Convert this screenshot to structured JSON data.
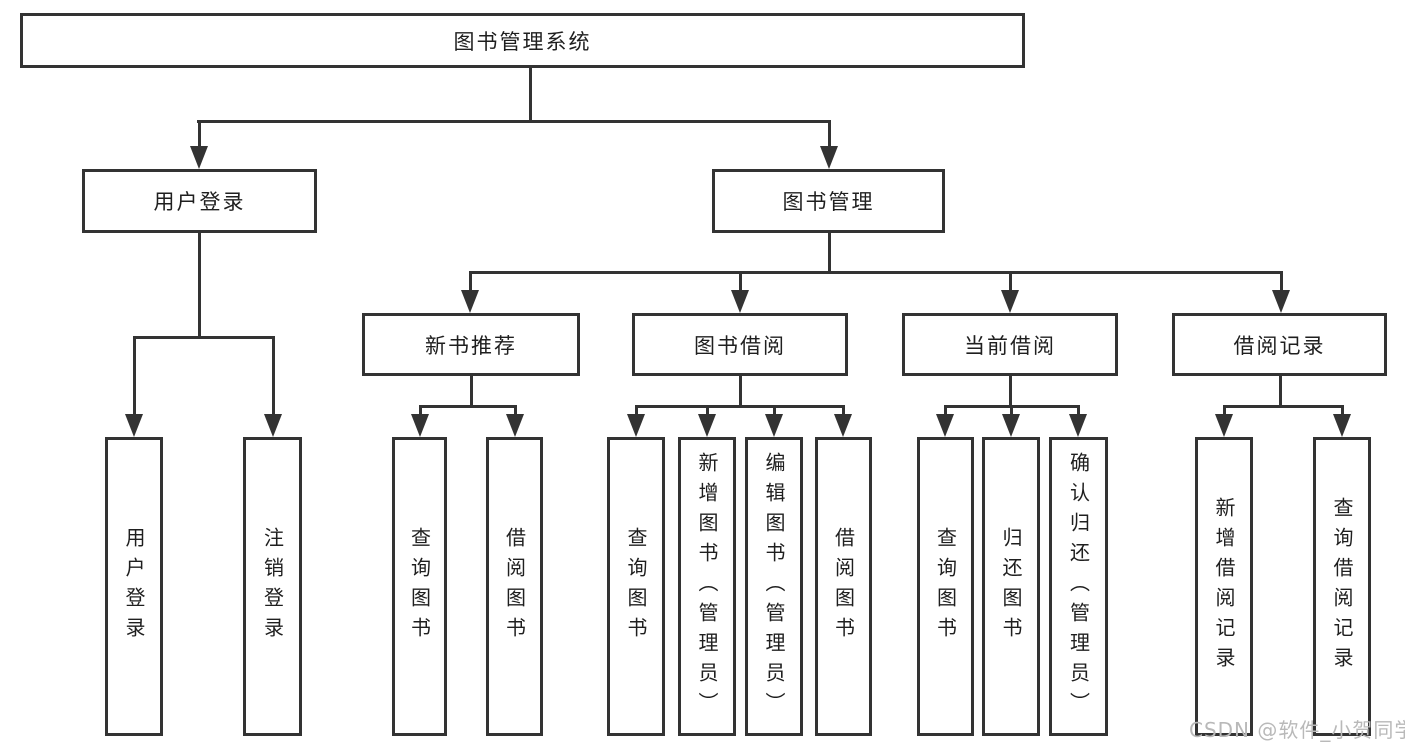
{
  "colors": {
    "line": "#333333",
    "text": "#1f1f1f",
    "watermark": "#b9b9b9",
    "background": "#ffffff"
  },
  "watermark": "CSDN @软件_小贺同学",
  "tree": {
    "root": {
      "label": "图书管理系统"
    },
    "branches": [
      {
        "label": "用户登录",
        "children": [
          {
            "label": "用户登录"
          },
          {
            "label": "注销登录"
          }
        ]
      },
      {
        "label": "图书管理",
        "children": [
          {
            "label": "新书推荐",
            "children": [
              {
                "label": "查询图书"
              },
              {
                "label": "借阅图书"
              }
            ]
          },
          {
            "label": "图书借阅",
            "children": [
              {
                "label": "查询图书"
              },
              {
                "label": "新增图书（管理员）"
              },
              {
                "label": "编辑图书（管理员）"
              },
              {
                "label": "借阅图书"
              }
            ]
          },
          {
            "label": "当前借阅",
            "children": [
              {
                "label": "查询图书"
              },
              {
                "label": "归还图书"
              },
              {
                "label": "确认归还（管理员）"
              }
            ]
          },
          {
            "label": "借阅记录",
            "children": [
              {
                "label": "新增借阅记录"
              },
              {
                "label": "查询借阅记录"
              }
            ]
          }
        ]
      }
    ]
  }
}
